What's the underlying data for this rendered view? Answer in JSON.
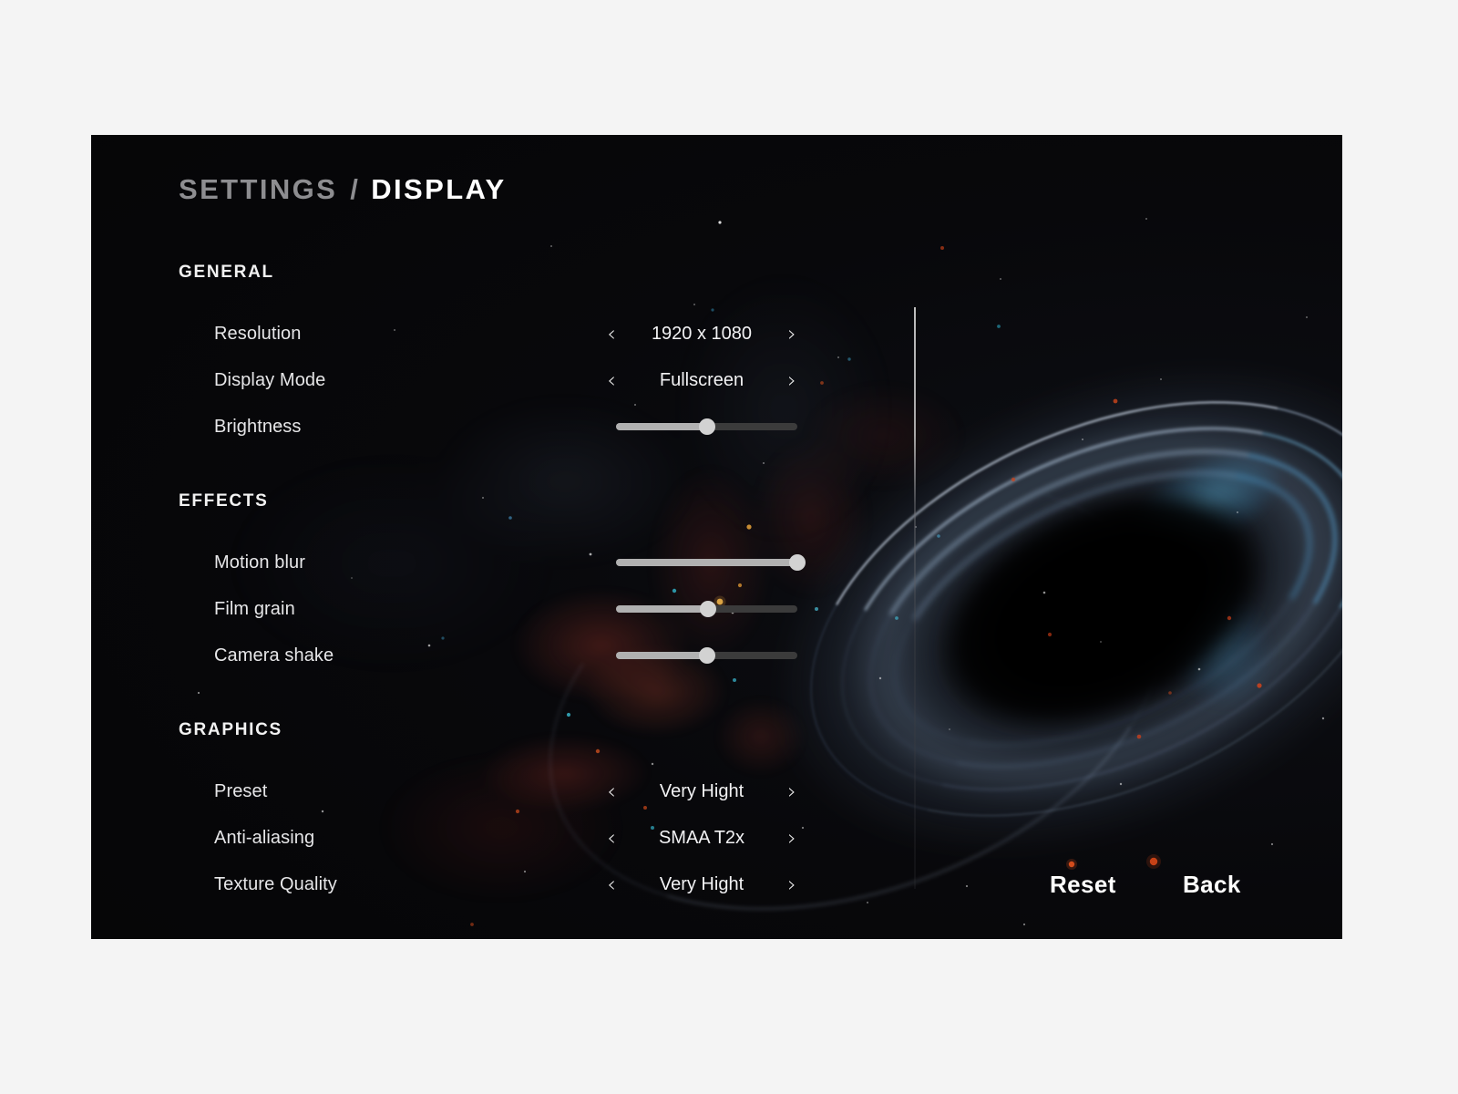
{
  "breadcrumb": {
    "root": "SETTINGS",
    "separator": "/",
    "current": "DISPLAY"
  },
  "icons": {
    "chevron_left": "‹",
    "chevron_right": "›"
  },
  "colors": {
    "page_background": "#f4f4f4",
    "panel_background": "#08080a",
    "label_text": "#e6e6e8",
    "value_text": "#f2f2f4",
    "heading_text": "#ffffff",
    "muted_text": "#8d8d90",
    "slider_fill": "#b1b1b1",
    "slider_track": "#3b3b3b",
    "slider_thumb": "#d2d2d2",
    "divider": "#dcdcdc"
  },
  "sections": [
    {
      "id": "general",
      "title": "GENERAL",
      "rows": [
        {
          "id": "resolution",
          "label": "Resolution",
          "control": "stepper",
          "value": "1920 x 1080"
        },
        {
          "id": "display-mode",
          "label": "Display Mode",
          "control": "stepper",
          "value": "Fullscreen"
        },
        {
          "id": "brightness",
          "label": "Brightness",
          "control": "slider",
          "value": 50
        }
      ]
    },
    {
      "id": "effects",
      "title": "EFFECTS",
      "rows": [
        {
          "id": "motion-blur",
          "label": "Motion blur",
          "control": "slider",
          "value": 100
        },
        {
          "id": "film-grain",
          "label": "Film grain",
          "control": "slider",
          "value": 51
        },
        {
          "id": "camera-shake",
          "label": "Camera shake",
          "control": "slider",
          "value": 50
        }
      ]
    },
    {
      "id": "graphics",
      "title": "GRAPHICS",
      "rows": [
        {
          "id": "preset",
          "label": "Preset",
          "control": "stepper",
          "value": "Very Hight"
        },
        {
          "id": "anti-aliasing",
          "label": "Anti-aliasing",
          "control": "stepper",
          "value": "SMAA T2x"
        },
        {
          "id": "texture-quality",
          "label": "Texture Quality",
          "control": "stepper",
          "value": "Very Hight"
        }
      ]
    }
  ],
  "footer": {
    "reset_label": "Reset",
    "back_label": "Back"
  }
}
